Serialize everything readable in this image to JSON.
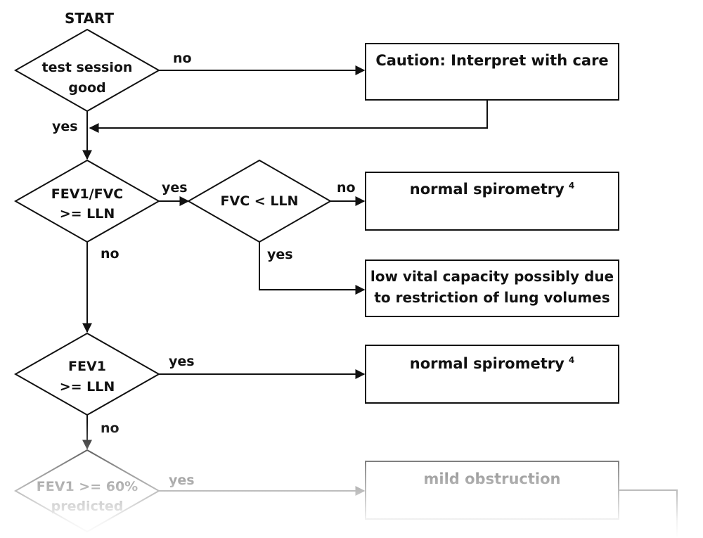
{
  "start_label": "START",
  "nodes": {
    "session": [
      "test session",
      "good"
    ],
    "caution": "Caution: Interpret with care",
    "ratio": [
      "FEV1/FVC",
      ">= LLN"
    ],
    "fvc": "FVC < LLN",
    "normal1_text": "normal spirometry",
    "normal1_sup": "4",
    "restriction": [
      "low vital capacity possibly due",
      "to restriction of lung volumes"
    ],
    "fev1": [
      "FEV1",
      ">= LLN"
    ],
    "normal2_text": "normal spirometry",
    "normal2_sup": "4",
    "fev1_60": [
      "FEV1 >= 60%",
      "predicted"
    ],
    "mild": "mild obstruction"
  },
  "edge_labels": {
    "session_no": "no",
    "session_yes": "yes",
    "ratio_yes": "yes",
    "ratio_no": "no",
    "fvc_no": "no",
    "fvc_yes": "yes",
    "fev1_yes": "yes",
    "fev1_no": "no",
    "fev1_60_yes": "yes"
  }
}
